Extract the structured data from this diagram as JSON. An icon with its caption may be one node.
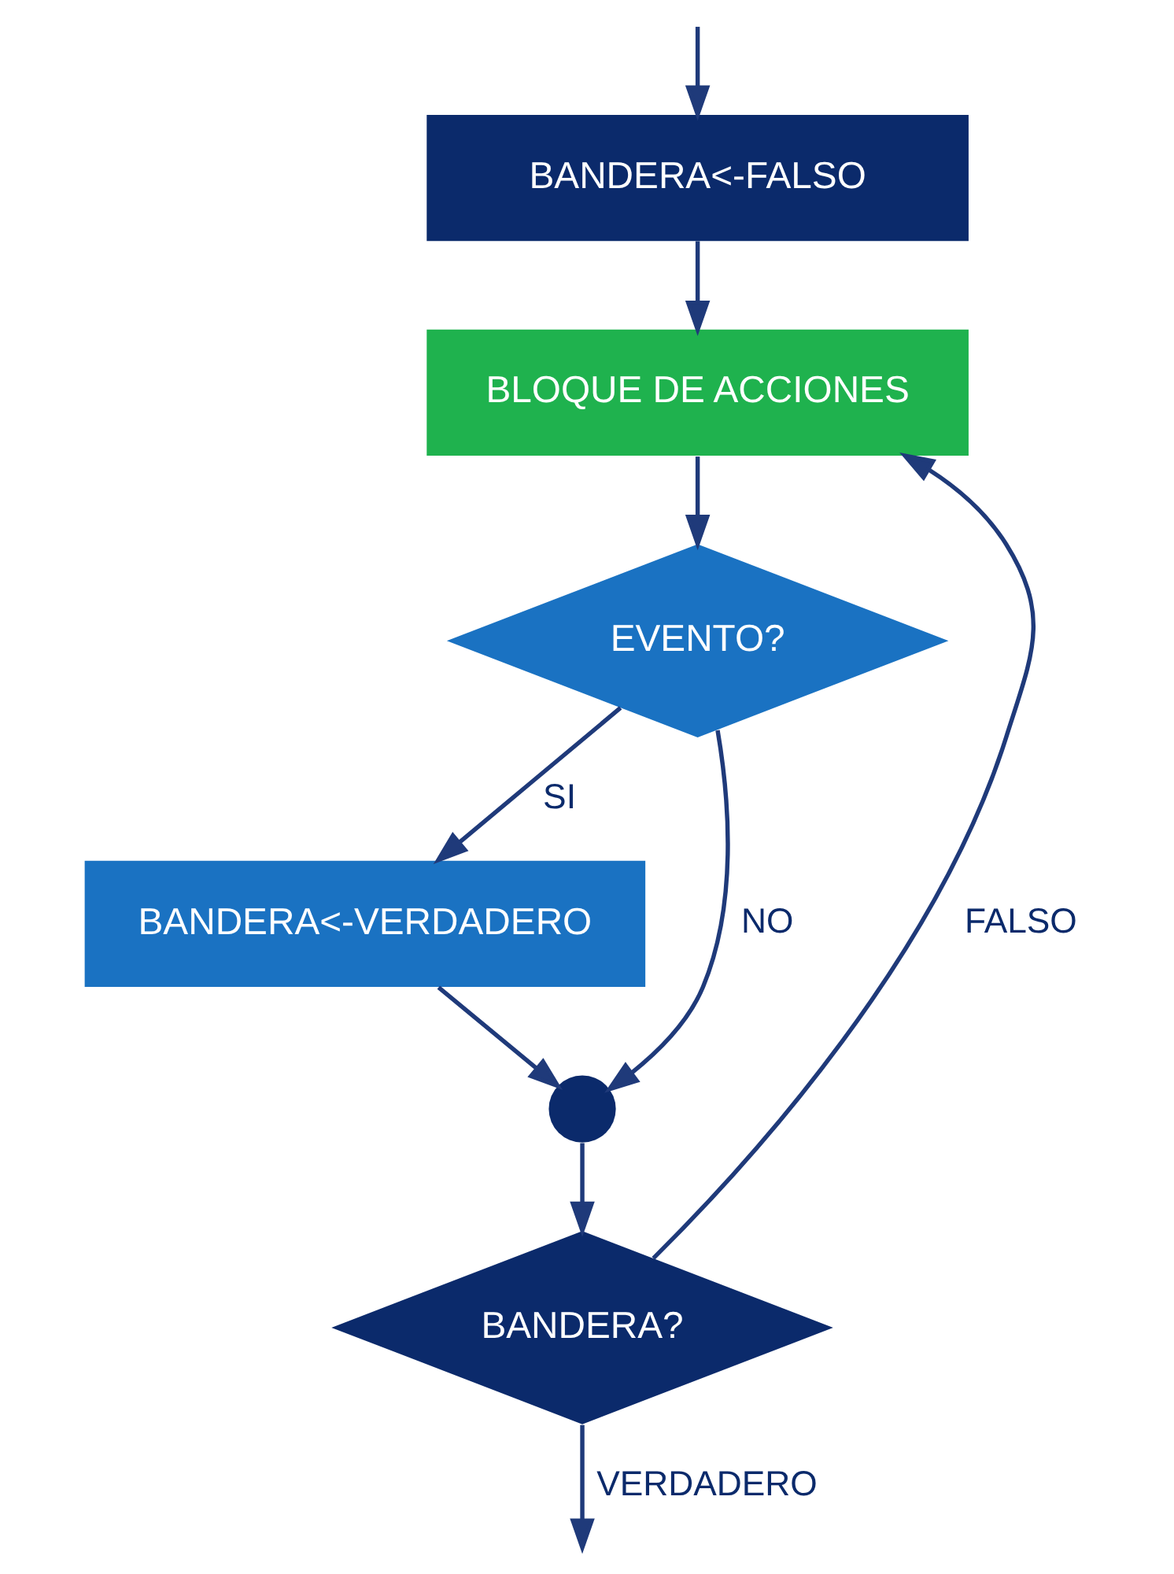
{
  "diagram": {
    "nodes": [
      {
        "text": [
          "BANDERA<-FALSO"
        ]
      },
      {
        "text": [
          "BLOQUE DE ACCIONES"
        ]
      },
      {
        "text": [
          "EVENTO?"
        ]
      },
      {
        "text": [
          "BANDERA<-VERDADERO"
        ]
      },
      {
        "text": [],
        "shape": "circle"
      },
      {
        "text": [
          "BANDERA?"
        ]
      }
    ],
    "edges": [
      {
        "from": null,
        "to": 0,
        "arrow": "to"
      },
      {
        "from": 0,
        "to": 1,
        "arrow": "to"
      },
      {
        "from": 1,
        "to": 2,
        "arrow": "to"
      },
      {
        "from": 2,
        "to": 3,
        "arrow": "to",
        "label": "SI"
      },
      {
        "from": 2,
        "to": 4,
        "arrow": "to",
        "label": "NO"
      },
      {
        "from": 3,
        "to": 4,
        "arrow": "to"
      },
      {
        "from": 4,
        "to": 5,
        "arrow": "to"
      },
      {
        "from": 5,
        "to": 1,
        "arrow": "to",
        "label": "FALSO"
      },
      {
        "from": 5,
        "to": null,
        "arrow": "to",
        "label": "VERDADERO"
      }
    ]
  }
}
